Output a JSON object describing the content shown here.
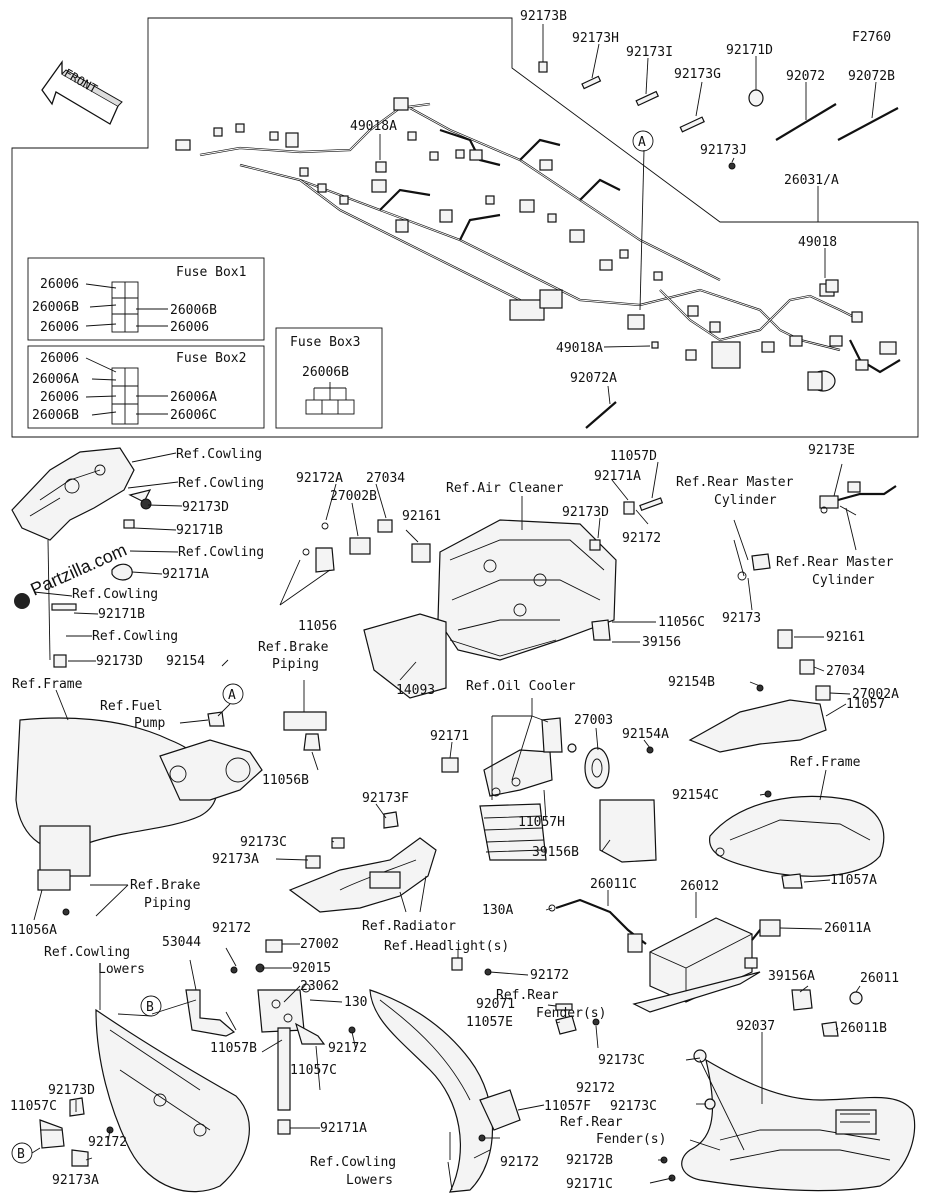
{
  "diagram_code": "F2760",
  "front_label": "FRONT",
  "watermark": "Partzilla.com",
  "fuse_boxes": {
    "box1": {
      "title": "Fuse Box1",
      "left": [
        "26006",
        "26006B",
        "26006"
      ],
      "right": [
        "26006B",
        "26006"
      ]
    },
    "box2": {
      "title": "Fuse Box2",
      "left": [
        "26006",
        "26006A",
        "26006",
        "26006B"
      ],
      "right": [
        "26006A",
        "26006C"
      ]
    },
    "box3": {
      "title": "Fuse Box3",
      "part": "26006B"
    }
  },
  "callouts": {
    "A": "A",
    "B": "B"
  },
  "labels": {
    "p92173B": "92173B",
    "p92173H": "92173H",
    "p92173I": "92173I",
    "p92171D": "92171D",
    "p92072": "92072",
    "p92072B": "92072B",
    "p92173G": "92173G",
    "p92173J": "92173J",
    "p26031A": "26031/A",
    "p49018": "49018",
    "p49018A_top": "49018A",
    "p49018A_mid": "49018A",
    "p92072A": "92072A",
    "refCowling1": "Ref.Cowling",
    "refCowling2": "Ref.Cowling",
    "p92173D_1": "92173D",
    "p92171B_1": "92171B",
    "refCowling3": "Ref.Cowling",
    "p92171A_1": "92171A",
    "refCowling4": "Ref.Cowling",
    "p92171B_2": "92171B",
    "refCowling5": "Ref.Cowling",
    "p92173D_2": "92173D",
    "p92154": "92154",
    "refFrame1": "Ref.Frame",
    "refFuelPump_1": "Ref.Fuel",
    "refFuelPump_2": "Pump",
    "refBrakePiping1_1": "Ref.Brake",
    "refBrakePiping1_2": "Piping",
    "p11056B": "11056B",
    "refBrakePiping2_1": "Ref.Brake",
    "refBrakePiping2_2": "Piping",
    "p11056A": "11056A",
    "p92172A": "92172A",
    "p27034_1": "27034",
    "p27002B": "27002B",
    "p92161_1": "92161",
    "p11056": "11056",
    "refAirCleaner": "Ref.Air Cleaner",
    "p92171A_2": "92171A",
    "p11057D": "11057D",
    "p92173D_3": "92173D",
    "p92172_1": "92172",
    "p11056C": "11056C",
    "p39156": "39156",
    "p14093": "14093",
    "refRearMC1_1": "Ref.Rear Master",
    "refRearMC1_2": "Cylinder",
    "p92173E": "92173E",
    "refRearMC2_1": "Ref.Rear Master",
    "refRearMC2_2": "Cylinder",
    "p92173": "92173",
    "p92161_2": "92161",
    "p27034_2": "27034",
    "p27002A": "27002A",
    "p92154B": "92154B",
    "p11057": "11057",
    "refOilCooler": "Ref.Oil Cooler",
    "p27003": "27003",
    "p92171": "92171",
    "p92154A": "92154A",
    "refFrame2": "Ref.Frame",
    "p92154C": "92154C",
    "p92173F": "92173F",
    "p11057H": "11057H",
    "p39156B": "39156B",
    "p92173C_1": "92173C",
    "p92173A_1": "92173A",
    "p11057A": "11057A",
    "refRadiator": "Ref.Radiator",
    "p26011C": "26011C",
    "p26012": "26012",
    "p130A": "130A",
    "p26011A": "26011A",
    "p53044": "53044",
    "p92172_2": "92172",
    "p27002": "27002",
    "refCowlingLowers1_1": "Ref.Cowling",
    "refCowlingLowers1_2": "Lowers",
    "p92015": "92015",
    "p23062": "23062",
    "p130": "130",
    "refHeadlights": "Ref.Headlight(s)",
    "p92172_3": "92172",
    "refRearFender1_1": "Ref.Rear",
    "refRearFender1_2": "Fender(s)",
    "p39156A": "39156A",
    "p26011": "26011",
    "p92071": "92071",
    "p11057E": "11057E",
    "p92037": "92037",
    "p26011B": "26011B",
    "p11057B": "11057B",
    "p92172_4": "92172",
    "p11057C_1": "11057C",
    "p92173C_2": "92173C",
    "p92172_5": "92172",
    "p92173D_4": "92173D",
    "p11057C_2": "11057C",
    "p11057F": "11057F",
    "p92173C_3": "92173C",
    "refRearFender2_1": "Ref.Rear",
    "refRearFender2_2": "Fender(s)",
    "p92172_6": "92172",
    "p92171A_3": "92171A",
    "p92173A_2": "92173A",
    "refCowlingLowers2_1": "Ref.Cowling",
    "refCowlingLowers2_2": "Lowers",
    "p92172_7": "92172",
    "p92172B": "92172B",
    "p92171C": "92171C"
  }
}
